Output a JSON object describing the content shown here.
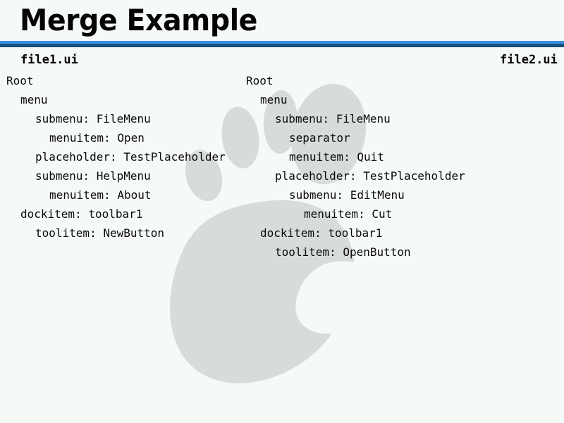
{
  "slide": {
    "title": "Merge Example",
    "background_color": "#f6faf6",
    "title_color": "#040404",
    "rule_light_color": "#3a8ee0",
    "rule_dark_color": "#17527e",
    "watermark_color": "#d8dcd8",
    "watermark_icon": "gnome-foot-icon"
  },
  "columns": [
    {
      "header": "file1.ui",
      "rows": [
        {
          "indent": 0,
          "text": "Root"
        },
        {
          "indent": 1,
          "text": "menu"
        },
        {
          "indent": 2,
          "text": "submenu: FileMenu"
        },
        {
          "indent": 3,
          "text": "menuitem: Open"
        },
        {
          "indent": 2,
          "text": "placeholder: TestPlaceholder"
        },
        {
          "indent": 2,
          "text": "submenu: HelpMenu"
        },
        {
          "indent": 3,
          "text": "menuitem: About"
        },
        {
          "indent": 1,
          "text": "dockitem: toolbar1"
        },
        {
          "indent": 2,
          "text": "toolitem: NewButton"
        }
      ]
    },
    {
      "header": "file2.ui",
      "rows": [
        {
          "indent": 0,
          "text": "Root"
        },
        {
          "indent": 1,
          "text": "menu"
        },
        {
          "indent": 2,
          "text": "submenu: FileMenu"
        },
        {
          "indent": 3,
          "text": "separator"
        },
        {
          "indent": 3,
          "text": "menuitem: Quit"
        },
        {
          "indent": 2,
          "text": "placeholder: TestPlaceholder"
        },
        {
          "indent": 3,
          "text": "submenu: EditMenu"
        },
        {
          "indent": 4,
          "text": "menuitem: Cut"
        },
        {
          "indent": 1,
          "text": "dockitem: toolbar1"
        },
        {
          "indent": 2,
          "text": "toolitem: OpenButton"
        }
      ]
    }
  ]
}
